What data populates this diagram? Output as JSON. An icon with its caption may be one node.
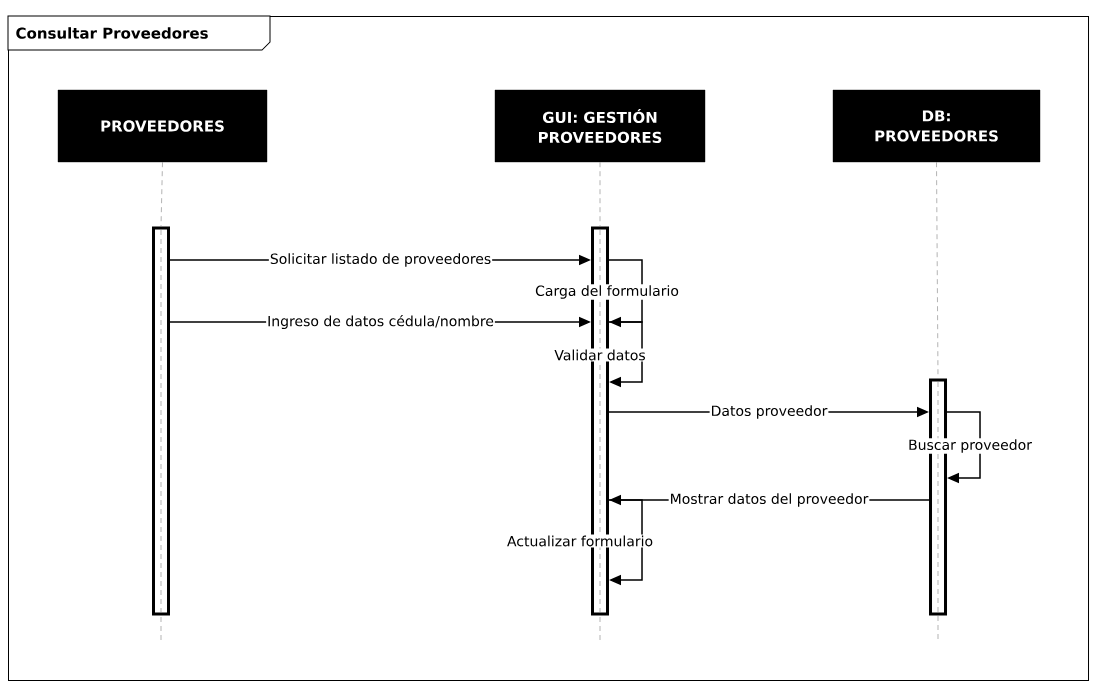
{
  "diagram": {
    "nodes": [
      {
        "text": [
          "Consultar Proveedores"
        ]
      },
      {
        "text": [
          "PROVEEDORES"
        ],
        "in": 0
      },
      {
        "text": [
          "GUI: GESTIÓN PROVEEDORES"
        ],
        "in": 0
      },
      {
        "text": [
          "DB: PROVEEDORES"
        ],
        "in": 0
      },
      {
        "text": [],
        "shape": "bar",
        "in": 0
      },
      {
        "text": [],
        "shape": "bar",
        "in": 0
      },
      {
        "text": [],
        "shape": "bar",
        "in": 0
      }
    ],
    "edges": [
      {
        "from": 1,
        "to": 4,
        "arrow": "none",
        "style": "dashed",
        "color": "#808080"
      },
      {
        "from": 2,
        "to": 5,
        "arrow": "none",
        "style": "dashed",
        "color": "#808080"
      },
      {
        "from": 3,
        "to": 6,
        "arrow": "none",
        "style": "dashed",
        "color": "#808080"
      },
      {
        "from": 4,
        "to": 5,
        "arrow": "to",
        "label": "Solicitar listado de proveedores"
      },
      {
        "from": 5,
        "to": 5,
        "arrow": "to",
        "label": "Carga del formulario"
      },
      {
        "from": 4,
        "to": 5,
        "arrow": "to",
        "label": "Ingreso de datos cédula/nombre"
      },
      {
        "from": 5,
        "to": 5,
        "arrow": "to",
        "label": "Validar datos"
      },
      {
        "from": 5,
        "to": 6,
        "arrow": "to",
        "label": "Datos proveedor"
      },
      {
        "from": 6,
        "to": 6,
        "arrow": "to",
        "label": "Buscar proveedor"
      },
      {
        "from": 6,
        "to": 5,
        "arrow": "to",
        "label": "Mostrar datos del proveedor"
      },
      {
        "from": 5,
        "to": 5,
        "arrow": "to",
        "label": "Actualizar formulario"
      }
    ]
  }
}
